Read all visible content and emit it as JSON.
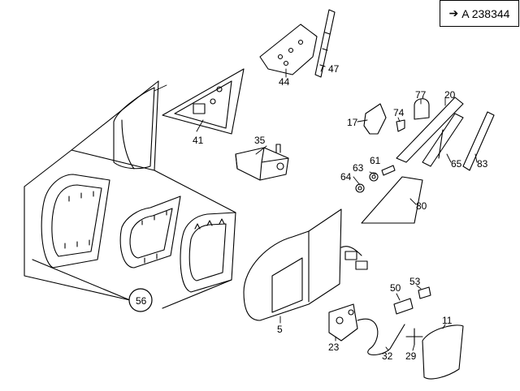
{
  "reference": {
    "arrow": "➔",
    "code": "A 238344"
  },
  "callouts": {
    "p5": "5",
    "p11": "11",
    "p17": "17",
    "p20": "20",
    "p23": "23",
    "p29": "29",
    "p32": "32",
    "p35": "35",
    "p41": "41",
    "p44": "44",
    "p47": "47",
    "p50": "50",
    "p53": "53",
    "p56": "56",
    "p61": "61",
    "p63": "63",
    "p64": "64",
    "p65": "65",
    "p74": "74",
    "p77": "77",
    "p80": "80",
    "p83": "83"
  },
  "colors": {
    "line": "#000000",
    "background": "#ffffff"
  }
}
